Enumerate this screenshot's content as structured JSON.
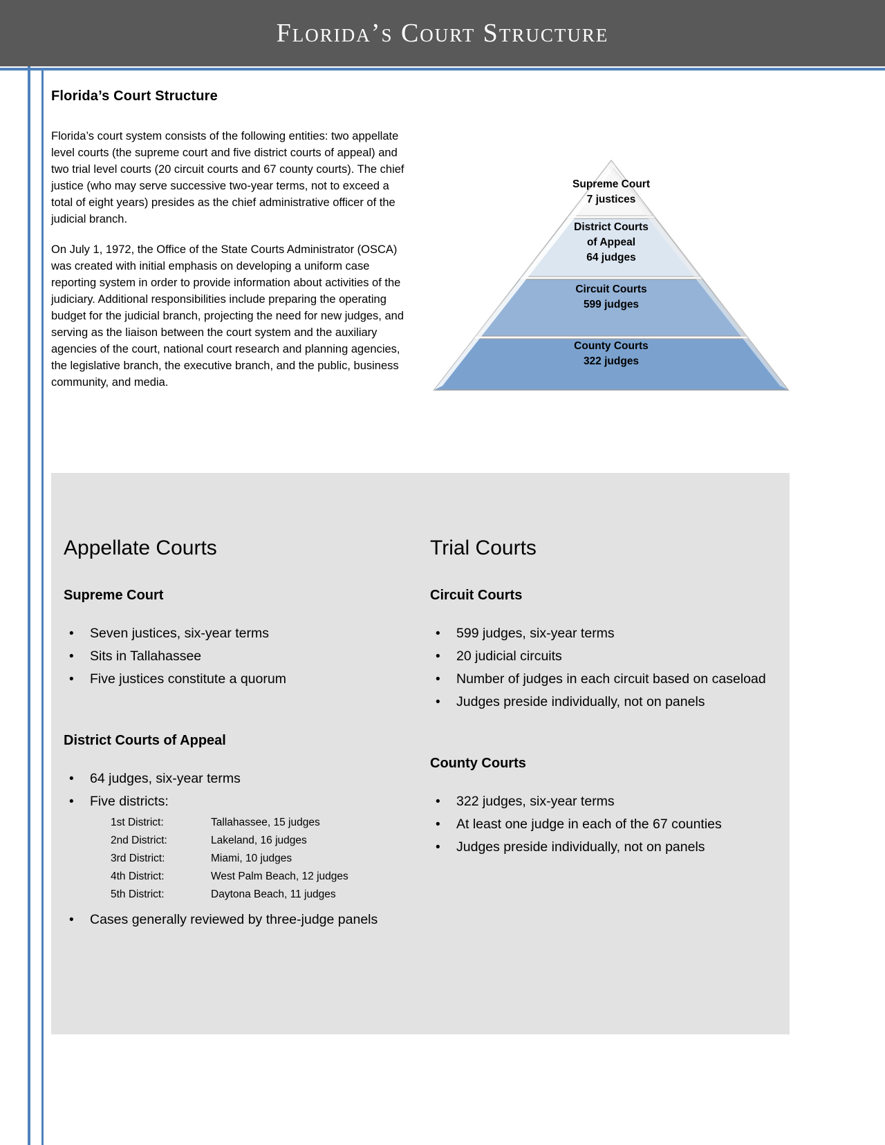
{
  "header": {
    "title": "Florida’s Court Structure",
    "accent_color": "#4f81bd",
    "bar_color": "#595959"
  },
  "intro": {
    "heading": "Florida’s Court Structure",
    "paragraph_1": "Florida’s court system consists of the following entities: two appellate level courts (the supreme court and five district courts of appeal) and two trial level courts (20 circuit courts and 67 county courts).  The chief justice (who may serve successive two-year terms, not to exceed a total of eight years) presides as the chief administrative officer of the judicial branch.",
    "paragraph_2": "On July 1, 1972, the Office of the State Courts Administrator (OSCA) was created with initial emphasis on developing a uniform case reporting system in order to provide information about activities of the judiciary. Additional responsibilities include preparing the operating budget for the judicial branch, projecting the need for new judges, and serving as the liaison between the court system and the auxiliary agencies of the court, national court research and planning agencies, the legislative branch, the executive branch, and the public, business community, and media."
  },
  "pyramid": {
    "levels": [
      {
        "name": "supreme-court",
        "line1": "Supreme Court",
        "line2": "7 justices",
        "fill": "#f2f2f2"
      },
      {
        "name": "district-courts-of-appeal",
        "line1": "District Courts",
        "line2": "of Appeal",
        "line3": "64 judges",
        "fill": "#dce6f1"
      },
      {
        "name": "circuit-courts",
        "line1": "Circuit Courts",
        "line2": "599 judges",
        "fill": "#95b3d7"
      },
      {
        "name": "county-courts",
        "line1": "County Courts",
        "line2": "322 judges",
        "fill": "#7ba2cf"
      }
    ]
  },
  "panel": {
    "background": "#e2e2e2",
    "appellate": {
      "title": "Appellate Courts",
      "supreme_court": {
        "title": "Supreme Court",
        "bullets": [
          "Seven justices, six-year terms",
          "Sits in Tallahassee",
          "Five justices constitute a quorum"
        ]
      },
      "dca": {
        "title": "District Courts of Appeal",
        "bullet_1": "64 judges, six-year terms",
        "bullet_2": "Five districts:",
        "districts": [
          {
            "label": "1st District:",
            "value": "Tallahassee, 15 judges"
          },
          {
            "label": "2nd District:",
            "value": "Lakeland, 16 judges"
          },
          {
            "label": "3rd District:",
            "value": "Miami, 10 judges"
          },
          {
            "label": "4th District:",
            "value": "West Palm Beach, 12 judges"
          },
          {
            "label": "5th District:",
            "value": "Daytona Beach, 11 judges"
          }
        ],
        "bullet_3": "Cases generally reviewed by three-judge panels"
      }
    },
    "trial": {
      "title": "Trial Courts",
      "circuit_courts": {
        "title": "Circuit Courts",
        "bullets": [
          "599 judges, six-year terms",
          "20 judicial circuits",
          "Number of judges in each circuit based on caseload",
          "Judges preside individually, not on panels"
        ]
      },
      "county_courts": {
        "title": "County Courts",
        "bullets": [
          "322 judges, six-year terms",
          "At least one judge in each of the 67 counties",
          "Judges preside individually, not on panels"
        ]
      }
    }
  }
}
